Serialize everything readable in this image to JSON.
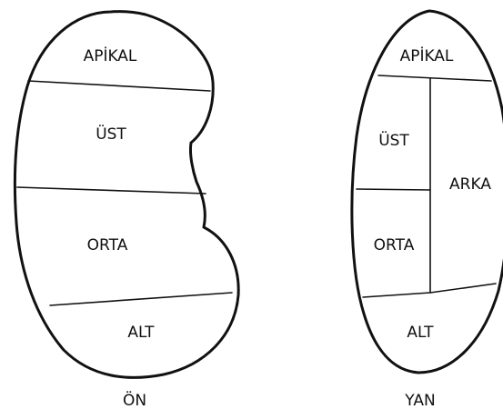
{
  "front_view": {
    "caption": "ÖN",
    "regions": {
      "apical": "APİKAL",
      "upper": "ÜST",
      "middle": "ORTA",
      "lower": "ALT"
    }
  },
  "side_view": {
    "caption": "YAN",
    "regions": {
      "apical": "APİKAL",
      "upper": "ÜST",
      "posterior": "ARKA",
      "middle": "ORTA",
      "lower": "ALT"
    }
  },
  "colors": {
    "line": "#111111",
    "background": "#ffffff"
  }
}
